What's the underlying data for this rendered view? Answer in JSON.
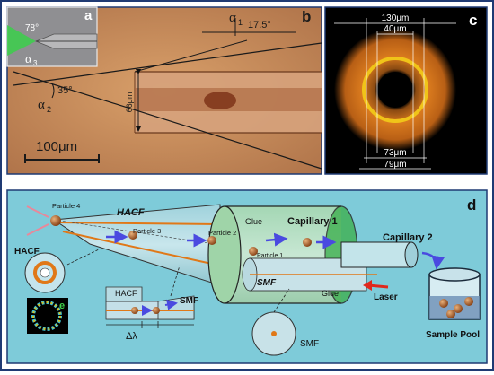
{
  "panel_a": {
    "label": "a",
    "angle_label": "78°",
    "alpha_label": "α",
    "alpha_sub": "3"
  },
  "panel_b": {
    "label": "b",
    "alpha1": "α",
    "alpha1_sub": "1",
    "alpha1_angle": "17.5°",
    "alpha2": "α",
    "alpha2_sub": "2",
    "alpha2_angle": "35°",
    "diameter": "66μm",
    "scale": "100μm"
  },
  "panel_c": {
    "label": "c",
    "dim_outer_top": "130μm",
    "dim_inner_top": "40μm",
    "dim_inner_bottom": "73μm",
    "dim_outer_bottom": "79μm"
  },
  "panel_d": {
    "label": "d",
    "particle4": "Particle 4",
    "particle3": "Particle 3",
    "particle2": "Particle 2",
    "particle1": "Particle 1",
    "hacf_top": "HACF",
    "hacf_left": "HACF",
    "hacf_lower": "HACF",
    "glue_top": "Glue",
    "glue_right": "Glue",
    "capillary1": "Capillary 1",
    "capillary2": "Capillary 2",
    "smf_mid": "SMF",
    "smf_lower": "SMF",
    "smf_circle": "SMF",
    "laser": "Laser",
    "sample_pool": "Sample Pool",
    "delta_lambda": "Δλ",
    "inset_e": "e"
  },
  "colors": {
    "outer_border": "#1f3a73",
    "microscope_bg": "#c98e5a",
    "panel_c_bg": "#000000",
    "ring_orange": "#d97a1e",
    "ring_yellow": "#f0c419",
    "panel_d_bg": "#7ecbd9",
    "particle": "#b8682e",
    "arrow_purple": "#5a5ad8",
    "laser_arrow": "#e0281c",
    "glue_green": "#3fb050"
  }
}
